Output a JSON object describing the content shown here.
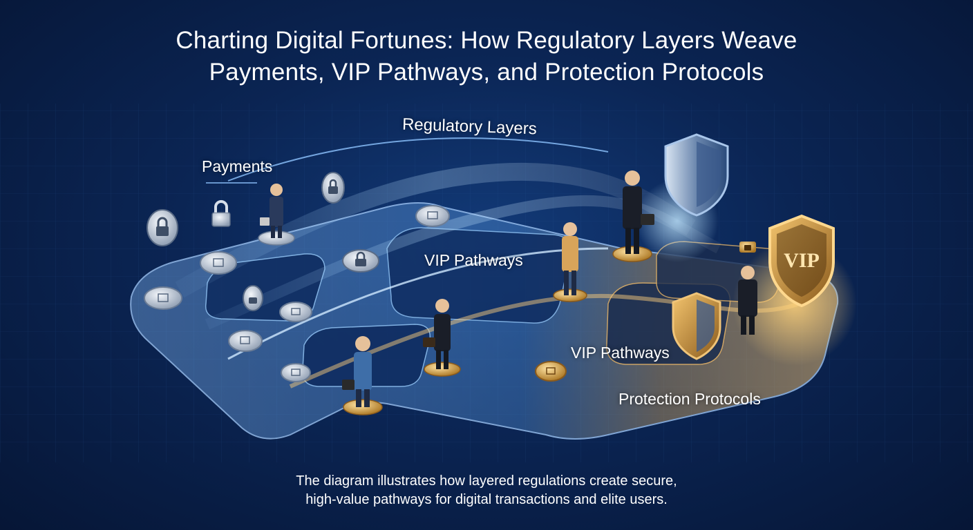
{
  "title": {
    "line1": "Charting Digital Fortunes: How Regulatory Layers Weave",
    "line2": "Payments, VIP Pathways, and Protection Protocols"
  },
  "labels": {
    "regulatory_layers": "Regulatory Layers",
    "payments": "Payments",
    "vip_pathways_center": "VIP Pathways",
    "vip_pathways_right": "VIP Pathways",
    "protection_protocols": "Protection Protocols",
    "vip_badge": "VIP"
  },
  "caption": {
    "line1": "The diagram illustrates how layered regulations create secure,",
    "line2": "high-value pathways for digital transactions and elite users."
  },
  "colors": {
    "background": "#0b2554",
    "track_blue": "#6fa8e8",
    "track_gold": "#d8a85a",
    "shield_gold": "#c8903a",
    "accent_glow": "#ffd27a"
  },
  "icons": [
    "lock-icon",
    "coin-icon",
    "shield-icon",
    "vip-shield-icon",
    "person-icon",
    "briefcase-icon"
  ]
}
